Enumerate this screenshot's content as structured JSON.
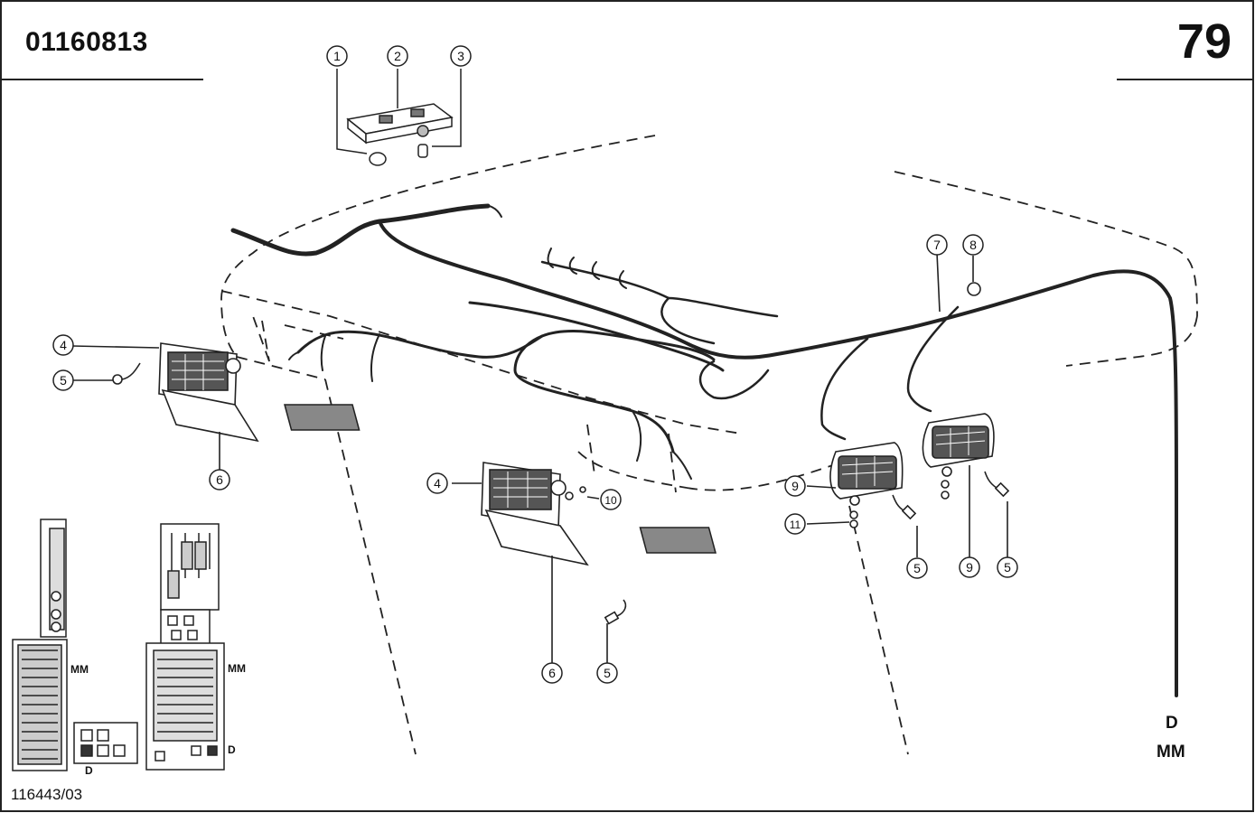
{
  "header": {
    "doc_code": "01160813",
    "page_number": "79"
  },
  "footer": {
    "drawing_ref": "116443/03"
  },
  "labels": {
    "d": "D",
    "mm": "MM"
  },
  "callouts": [
    {
      "id": "c1",
      "text": "1"
    },
    {
      "id": "c2",
      "text": "2"
    },
    {
      "id": "c3",
      "text": "3"
    },
    {
      "id": "c4a",
      "text": "4"
    },
    {
      "id": "c5a",
      "text": "5"
    },
    {
      "id": "c6a",
      "text": "6"
    },
    {
      "id": "c4b",
      "text": "4"
    },
    {
      "id": "c10",
      "text": "10"
    },
    {
      "id": "c6b",
      "text": "6"
    },
    {
      "id": "c5b",
      "text": "5"
    },
    {
      "id": "c7",
      "text": "7"
    },
    {
      "id": "c8",
      "text": "8"
    },
    {
      "id": "c9a",
      "text": "9"
    },
    {
      "id": "c11",
      "text": "11"
    },
    {
      "id": "c5c",
      "text": "5"
    },
    {
      "id": "c9b",
      "text": "9"
    },
    {
      "id": "c5d",
      "text": "5"
    }
  ]
}
